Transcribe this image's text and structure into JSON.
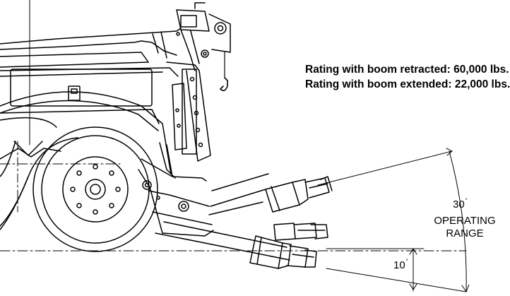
{
  "ratings": [
    "Rating with boom retracted: 60,000 lbs.",
    "Rating with boom extended: 22,000 lbs."
  ],
  "angle_upper": "30",
  "angle_lower": "10",
  "degree_mark": "˚",
  "range_label_line1": "OPERATING",
  "range_label_line2": "RANGE",
  "colors": {
    "ink": "#000000",
    "background": "#ffffff"
  }
}
